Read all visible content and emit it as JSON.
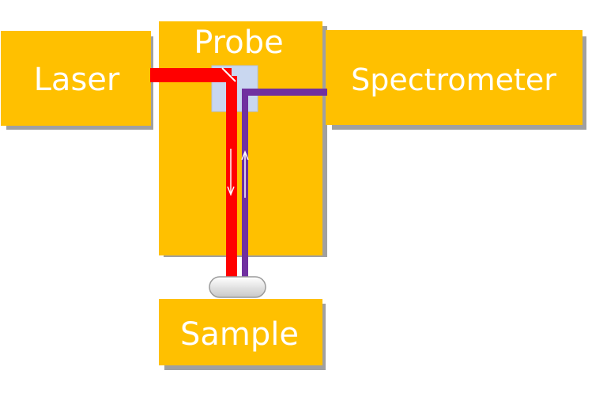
{
  "labels": {
    "laser": "Laser",
    "probe": "Probe",
    "spectrometer": "Spectrometer",
    "sample": "Sample"
  },
  "colors": {
    "box_fill": "#FFC000",
    "shadow": "#808080",
    "text": "#FFFFFF",
    "laser_beam": "#FF0000",
    "scattered_beam": "#7030A0",
    "beam_splitter": "#C9D7F0",
    "sample_holder": "#E6E6E6",
    "arrow": "#FFFFFF"
  }
}
